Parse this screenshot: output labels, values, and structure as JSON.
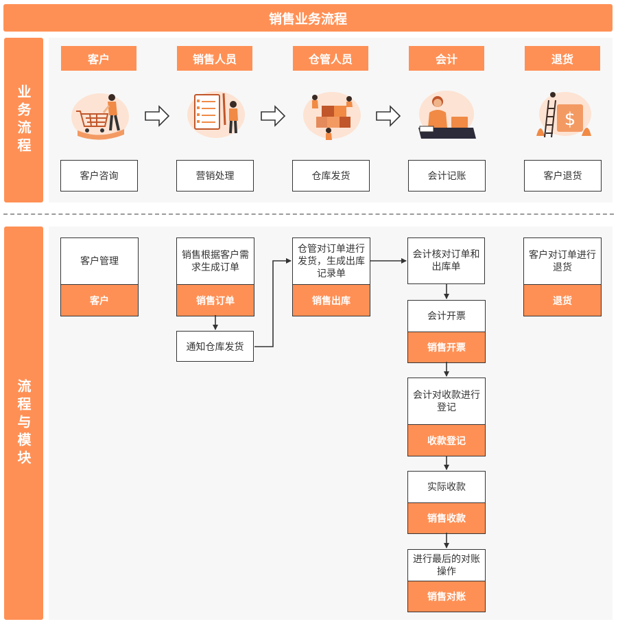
{
  "title": "销售业务流程",
  "sections": {
    "business_flow": "业务流程",
    "process_modules": "流程与模块"
  },
  "roles": [
    "客户",
    "销售人员",
    "仓管人员",
    "会计",
    "退货"
  ],
  "steps": [
    "客户咨询",
    "营销处理",
    "仓库发货",
    "会计记账",
    "客户退货"
  ],
  "illustrations": [
    "shopping-cart-person-illustration",
    "checklist-person-illustration",
    "warehouse-boxes-illustration",
    "accountant-laptop-illustration",
    "return-goods-illustration"
  ],
  "modules": [
    {
      "desc": "客户管理",
      "module": "客户"
    },
    {
      "desc": "销售根据客户需求生成订单",
      "module": "销售订单"
    },
    {
      "desc": "仓管对订单进行发货，生成出库记录单",
      "module": "销售出库"
    },
    {
      "desc": "会计核对订单和出库单",
      "module": ""
    },
    {
      "desc": "客户对订单进行退货",
      "module": "退货"
    },
    {
      "desc": "会计开票",
      "module": "销售开票"
    },
    {
      "desc": "会计对收款进行登记",
      "module": "收款登记"
    },
    {
      "desc": "实际收款",
      "module": "销售收款"
    },
    {
      "desc": "进行最后的对账操作",
      "module": "销售对账"
    }
  ],
  "notify_step": "通知仓库发货",
  "colors": {
    "accent": "#FF9055",
    "panel": "#f7f7f7",
    "border": "#333333"
  }
}
